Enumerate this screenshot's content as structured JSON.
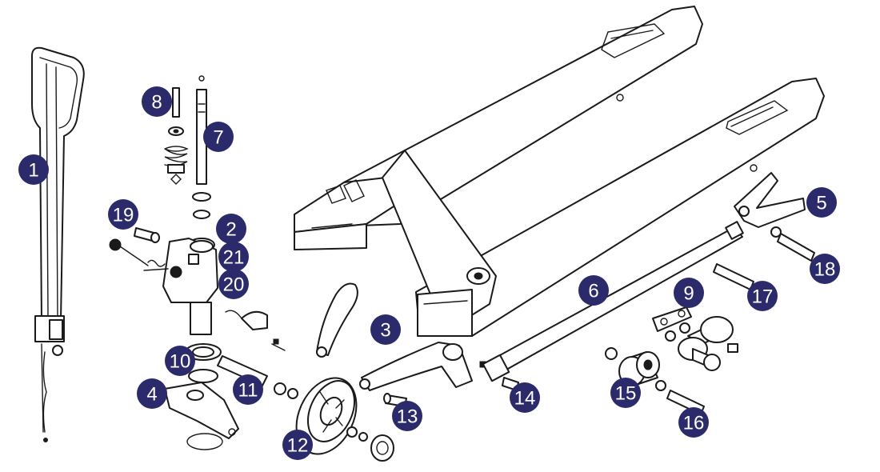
{
  "diagram": {
    "callout_color": "#2b2a6b",
    "callout_text_color": "#ffffff",
    "callouts": [
      {
        "label": "1"
      },
      {
        "label": "2"
      },
      {
        "label": "3"
      },
      {
        "label": "4"
      },
      {
        "label": "5"
      },
      {
        "label": "6"
      },
      {
        "label": "7"
      },
      {
        "label": "8"
      },
      {
        "label": "9"
      },
      {
        "label": "10"
      },
      {
        "label": "11"
      },
      {
        "label": "12"
      },
      {
        "label": "13"
      },
      {
        "label": "14"
      },
      {
        "label": "15"
      },
      {
        "label": "16"
      },
      {
        "label": "17"
      },
      {
        "label": "18"
      },
      {
        "label": "19"
      },
      {
        "label": "20"
      },
      {
        "label": "21"
      }
    ]
  }
}
